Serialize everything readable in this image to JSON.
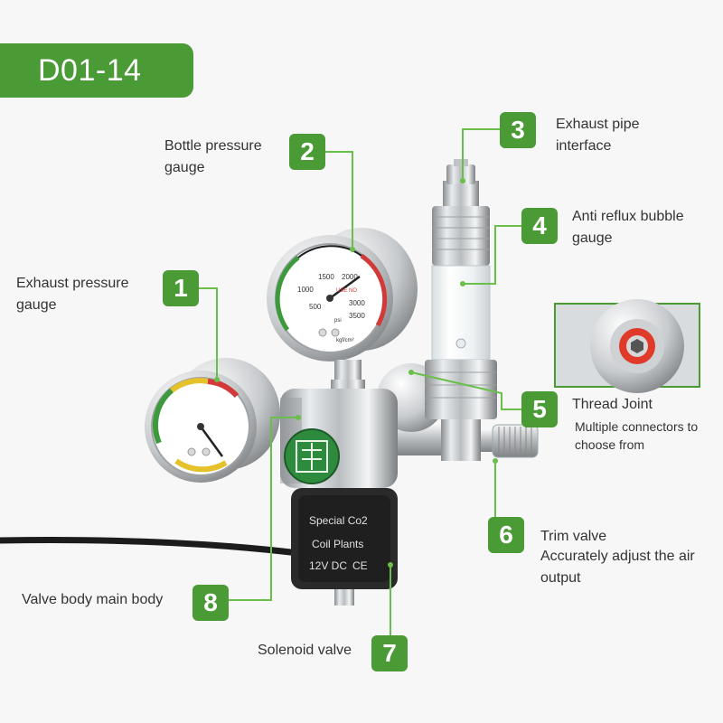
{
  "model": "D01-14",
  "callouts": [
    {
      "number": "1",
      "label": "Exhaust pressure gauge"
    },
    {
      "number": "2",
      "label": "Bottle pressure gauge"
    },
    {
      "number": "3",
      "label": "Exhaust pipe interface"
    },
    {
      "number": "4",
      "label": "Anti reflux bubble gauge"
    },
    {
      "number": "5",
      "label": "Thread Joint",
      "sublabel": "Multiple connectors to choose from"
    },
    {
      "number": "6",
      "label": "Trim valve",
      "sublabel": "Accurately adjust the air output"
    },
    {
      "number": "7",
      "label": "Solenoid valve"
    },
    {
      "number": "8",
      "label": "Valve body main body"
    }
  ],
  "product_print": {
    "solenoid_line1": "Special Co2",
    "solenoid_line2": "Coil Plants",
    "solenoid_line3": "12V DC",
    "solenoid_mark": "CE",
    "gauge_unit": "kgf/cm²",
    "gauge_psi": "psi",
    "gauge_use_no": "USE NO",
    "big_gauge_ticks": [
      "500",
      "1000",
      "1500",
      "2000",
      "3000",
      "3500"
    ]
  },
  "colors": {
    "accent_green": "#4a9a35",
    "leader_line": "#6abf4b",
    "background": "#f7f7f7"
  }
}
